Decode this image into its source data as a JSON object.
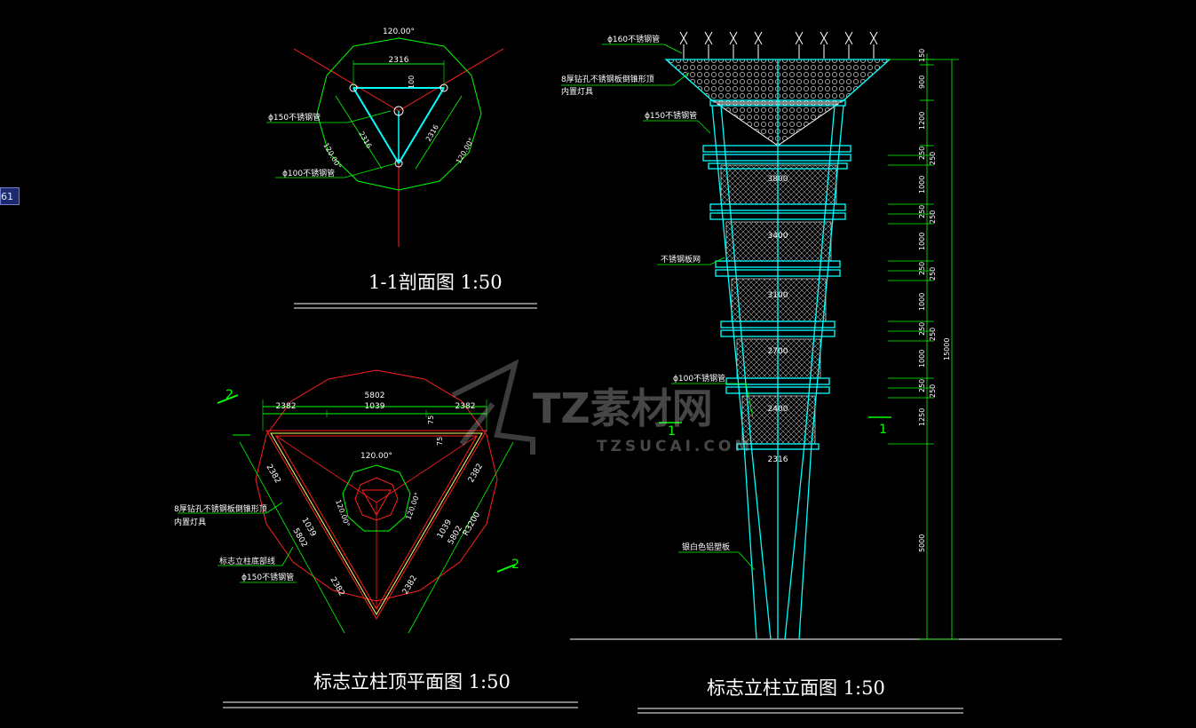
{
  "badge": {
    "label": "61"
  },
  "titles": {
    "section": "1-1剖面图   1:50",
    "plan": "标志立柱顶平面图    1:50",
    "elevation": "标志立柱立面图    1:50"
  },
  "section_view": {
    "angle_top": "120.00°",
    "angle_left": "120.00°",
    "angle_right": "120.00°",
    "dim_top": "2316",
    "dim_left": "2316",
    "dim_right": "2316",
    "dim_center": "100",
    "label_pipe150": "ϕ150不锈钢管",
    "label_pipe100": "ϕ100不锈钢管"
  },
  "plan_view": {
    "marker_left": "2",
    "marker_right": "2",
    "dim_overall": "5802",
    "dim_seg_a": "2382",
    "dim_seg_b": "1039",
    "dim_seg_c": "2382",
    "dim_75a": "75",
    "dim_75b": "75",
    "angle_top": "120.00°",
    "angle_left": "120.00°",
    "angle_right": "120.00°",
    "left_2382_top": "2382",
    "left_1039": "1039",
    "left_5802": "5802",
    "left_2382_bot": "2382",
    "right_2382_top": "2382",
    "right_1039": "1039",
    "right_5802": "5802",
    "right_2382_bot": "2382",
    "radius": "R3200",
    "label_cone_1": "8厚钻孔不锈钢板倒锥形顶",
    "label_cone_2": "内置灯具",
    "label_base": "标志立柱底部线",
    "label_pipe150": "ϕ150不锈钢管"
  },
  "elevation_view": {
    "label_pipe160": "ϕ160不锈钢管",
    "label_cone_1": "8厚钻孔不锈钢板倒锥形顶",
    "label_cone_2": "内置灯具",
    "label_pipe150": "ϕ150不锈钢管",
    "label_mesh": "不锈钢板网",
    "label_pipe100": "ϕ100不锈钢管",
    "label_panel": "银白色铝塑板",
    "section_mark_left": "1",
    "section_mark_right": "1",
    "width_3800": "3800",
    "width_3400": "3400",
    "width_3100": "3100",
    "width_2700": "2700",
    "width_2400": "2400",
    "width_2316": "2316",
    "dims_right": [
      "150",
      "900",
      "1200",
      "250",
      "250",
      "1000",
      "250",
      "250",
      "1000",
      "250",
      "250",
      "1000",
      "250",
      "250",
      "1000",
      "250",
      "250",
      "1250",
      "5000"
    ],
    "total_height": "15000"
  },
  "watermark": {
    "brand": "TZ素材网",
    "url": "TZSUCAI.COM"
  },
  "colors": {
    "background": "#000000",
    "green": "#00ff00",
    "cyan": "#00ffff",
    "red": "#ff2020",
    "white": "#ffffff",
    "yellow": "#ffff66"
  }
}
